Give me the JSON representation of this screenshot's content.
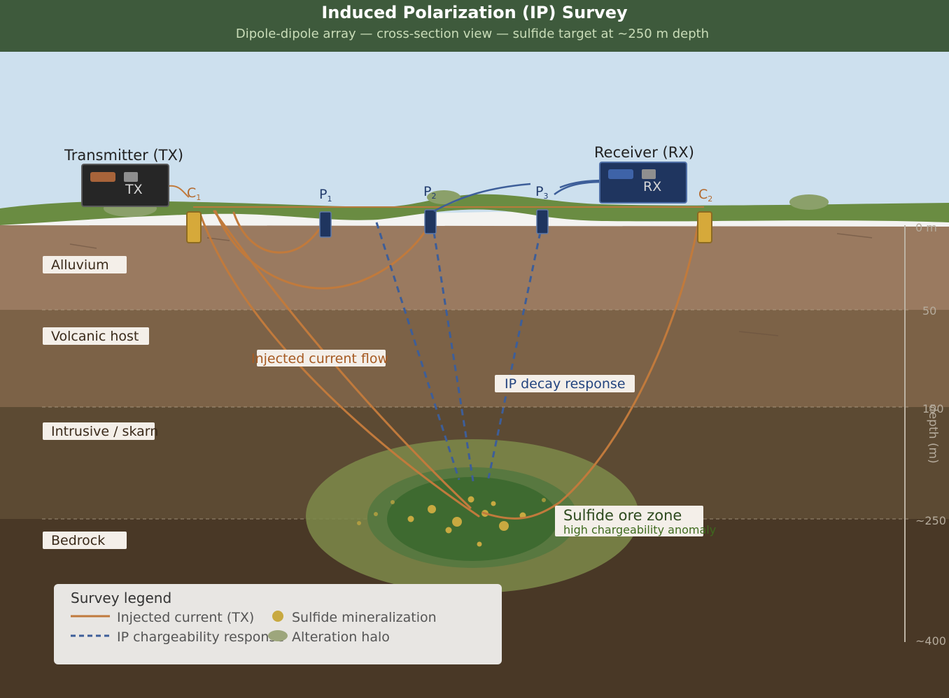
{
  "header": {
    "title": "Induced Polarization (IP) Survey",
    "subtitle": "Dipole-dipole array — cross-section view — sulfide target at ~250 m depth"
  },
  "instruments": {
    "tx_title": "Transmitter (TX)",
    "tx_label": "TX",
    "rx_title": "Receiver (RX)",
    "rx_label": "RX"
  },
  "electrodes": {
    "c1": {
      "main": "C",
      "sub": "1"
    },
    "p1": {
      "main": "P",
      "sub": "1"
    },
    "p2": {
      "main": "P",
      "sub": "2"
    },
    "p3": {
      "main": "P",
      "sub": "3"
    },
    "c2": {
      "main": "C",
      "sub": "2"
    }
  },
  "layers": {
    "alluvium": "Alluvium",
    "volcanic": "Volcanic host",
    "intrusive": "Intrusive / skarn",
    "bedrock": "Bedrock"
  },
  "annotations": {
    "current_flow": "Injected current flow",
    "ip_decay": "IP decay response",
    "ore_title": "Sulfide ore zone",
    "ore_sub": "high chargeability anomaly"
  },
  "depth_axis": {
    "label": "depth (m)",
    "ticks": [
      "0 m",
      "50",
      "150",
      "~250",
      "~400"
    ]
  },
  "legend": {
    "title": "Survey legend",
    "items": {
      "current": "Injected current (TX)",
      "ip": "IP chargeability response",
      "sulfide": "Sulfide mineralization",
      "halo": "Alteration halo"
    }
  },
  "colors": {
    "header_bg": "#3e5a3c",
    "current": "#c17a3c",
    "ip": "#3d5e99",
    "ore": "#3e6a30",
    "sulfide": "#c8a940"
  }
}
